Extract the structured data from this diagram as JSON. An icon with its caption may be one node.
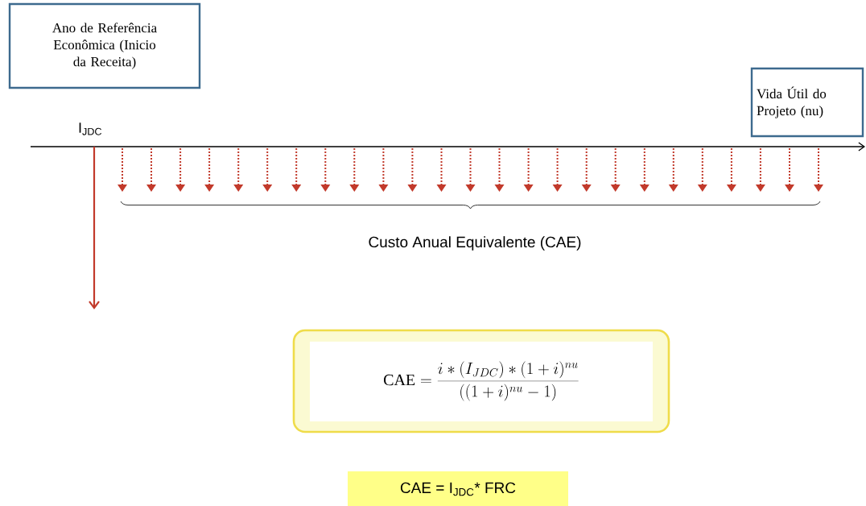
{
  "diagram": {
    "nodes": [
      {
        "text": [
          "Ano de Referência Econômica (Inicio da Receita)"
        ]
      },
      {
        "text": [
          "Vida Útil do Projeto (nu)"
        ]
      },
      {
        "text": [
          "\\mathrm{CAE} = \\frac{i*\\left(I_{JDC}\\right)*(1+i)^{nu}}{((1+i)^{nu}-1)}"
        ]
      },
      {
        "text": [
          "CAE = I$_{JDC}$* FRC"
        ]
      }
    ],
    "labels": [
      "I$_{JDC}$",
      "Custo Anual Equivalente (CAE)"
    ]
  }
}
